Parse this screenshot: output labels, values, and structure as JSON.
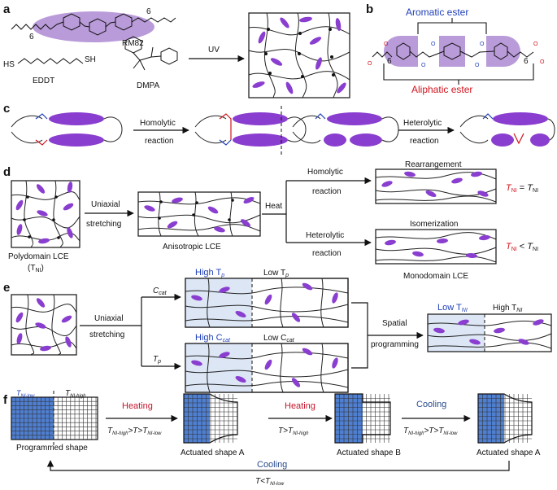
{
  "panels": {
    "a": "a",
    "b": "b",
    "c": "c",
    "d": "d",
    "e": "e",
    "f": "f"
  },
  "a": {
    "rm82": "RM82",
    "eddt": "EDDT",
    "dmpa": "DMPA",
    "uv": "UV",
    "sub6a": "6",
    "sub6b": "6"
  },
  "b": {
    "aromatic": "Aromatic ester",
    "aliphatic": "Aliphatic ester",
    "sub6a": "6",
    "sub6b": "6"
  },
  "c": {
    "homolytic": "Homolytic",
    "reaction1": "reaction",
    "heterolytic": "Heterolytic",
    "reaction2": "reaction"
  },
  "d": {
    "uniaxial": "Uniaxial",
    "stretching": "stretching",
    "anisotropic": "Anisotropic LCE",
    "heat": "Heat",
    "homolytic": "Homolytic",
    "reaction1": "reaction",
    "heterolytic": "Heterolytic",
    "reaction2": "reaction",
    "rearrangement": "Rearrangement",
    "isomerization": "Isomerization",
    "polydomain": "Polydomain LCE",
    "tni_paren": "(T",
    "tni_sub": "NI",
    "tni_close": ")",
    "monodomain": "Monodomain LCE",
    "eq1_T": "T",
    "eq1_sub": "NI",
    "eq1_op": " = ",
    "eq1_T2": "T",
    "eq1_sub2": "NI",
    "eq2_T": "T",
    "eq2_sub": "NI",
    "eq2_op": " < ",
    "eq2_T2": "T",
    "eq2_sub2": "NI"
  },
  "e": {
    "uniaxial": "Uniaxial",
    "stretching": "stretching",
    "ccat": "C",
    "ccat_sub": "cat",
    "tp": "T",
    "tp_sub": "p",
    "high_tp": "High T",
    "high_tp_sub": "p",
    "low_tp": "Low T",
    "low_tp_sub": "p",
    "high_ccat": "High C",
    "high_ccat_sub": "cat",
    "low_ccat": "Low C",
    "low_ccat_sub": "cat",
    "spatial": "Spatial",
    "programming": "programming",
    "low_tni": "Low T",
    "low_tni_sub": "NI",
    "high_tni": "High T",
    "high_tni_sub": "NI"
  },
  "f": {
    "tni_low": "T",
    "tni_low_sub": "NI-low",
    "tni_high": "T",
    "tni_high_sub": "NI-high",
    "programmed": "Programmed shape",
    "heating1": "Heating",
    "cond1": "T",
    "cond1_sub1": "NI-high",
    "cond1_mid": ">T>T",
    "cond1_sub2": "NI-low",
    "actA": "Actuated shape A",
    "heating2": "Heating",
    "cond2": "T>T",
    "cond2_sub": "NI-high",
    "actB": "Actuated shape B",
    "cooling1": "Cooling",
    "cond3": "T",
    "cond3_sub1": "NI-high",
    "cond3_mid": ">T>T",
    "cond3_sub2": "NI-low",
    "actA2": "Actuated shape A",
    "cooling2": "Cooling",
    "cond4": "T<T",
    "cond4_sub": "NI-low"
  },
  "colors": {
    "mesogen": "#8a3ed0",
    "mesogen_light": "#b99bd9",
    "blue_text": "#1f3fb8",
    "red_text": "#d2141e",
    "heating": "#c4142a",
    "cooling": "#2a4d8c",
    "region_blue": "#4f7fd1",
    "region_light": "#dce6f5"
  }
}
